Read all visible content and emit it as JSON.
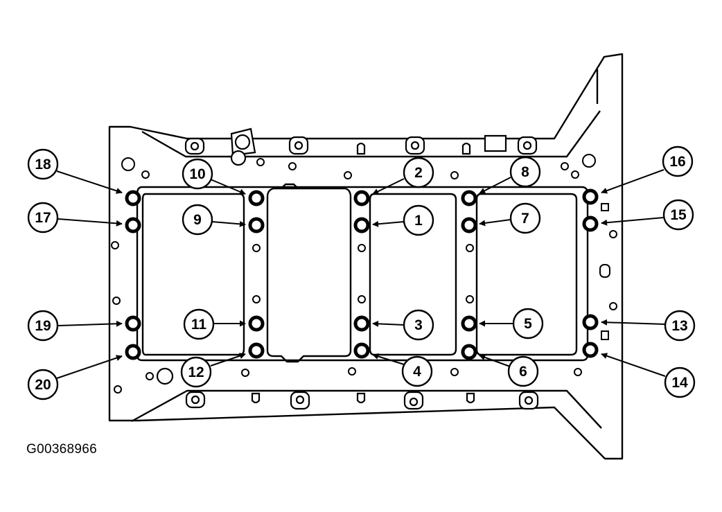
{
  "figure_id": "G00368966",
  "callouts": [
    {
      "n": "18",
      "bolt": "18"
    },
    {
      "n": "17",
      "bolt": "17"
    },
    {
      "n": "19",
      "bolt": "19"
    },
    {
      "n": "20",
      "bolt": "20"
    },
    {
      "n": "10",
      "bolt": "10"
    },
    {
      "n": "9",
      "bolt": "9"
    },
    {
      "n": "11",
      "bolt": "11"
    },
    {
      "n": "12",
      "bolt": "12"
    },
    {
      "n": "2",
      "bolt": "2"
    },
    {
      "n": "1",
      "bolt": "1"
    },
    {
      "n": "3",
      "bolt": "3"
    },
    {
      "n": "4",
      "bolt": "4"
    },
    {
      "n": "8",
      "bolt": "8"
    },
    {
      "n": "7",
      "bolt": "7"
    },
    {
      "n": "5",
      "bolt": "5"
    },
    {
      "n": "6",
      "bolt": "6"
    },
    {
      "n": "16",
      "bolt": "16"
    },
    {
      "n": "15",
      "bolt": "15"
    },
    {
      "n": "13",
      "bolt": "13"
    },
    {
      "n": "14",
      "bolt": "14"
    }
  ]
}
